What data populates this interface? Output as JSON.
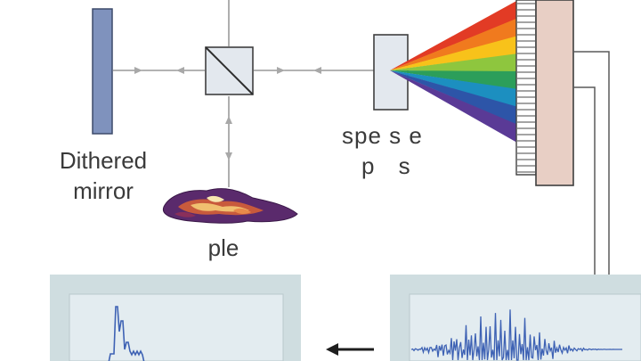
{
  "labels": {
    "mirror_line1": "Dithered",
    "mirror_line2": "mirror",
    "spectrometer_line1": "spe s e",
    "spectrometer_line2": "p s",
    "sample": "ple"
  },
  "components": {
    "mirror": "dithered-mirror",
    "beamsplitter": "beamsplitter-cube",
    "spectrometer": "spectrometer-block",
    "grating": "diffraction-grating",
    "detector": "detector-array",
    "sample": "sample-specimen",
    "plot_left": "spectrum-plot-left",
    "plot_right": "interferogram-plot-right",
    "arrow": "left-arrow"
  },
  "colors": {
    "mirror": "#7f92bd",
    "optic": "#e3e8ee",
    "optic_edge": "#3f3f3f",
    "detector": "#e8cfc5",
    "panel": "#cfdde0",
    "plot_bg": "#e3ecf0",
    "trace": "#3e62b4",
    "beam": "#9a9a9a",
    "wire": "#5a5a5a",
    "spectrum": [
      "#e23b25",
      "#f07a1e",
      "#f8c21a",
      "#8ec63e",
      "#2c9e5a",
      "#1c8fc0",
      "#2d55a8",
      "#5a3a96"
    ]
  }
}
